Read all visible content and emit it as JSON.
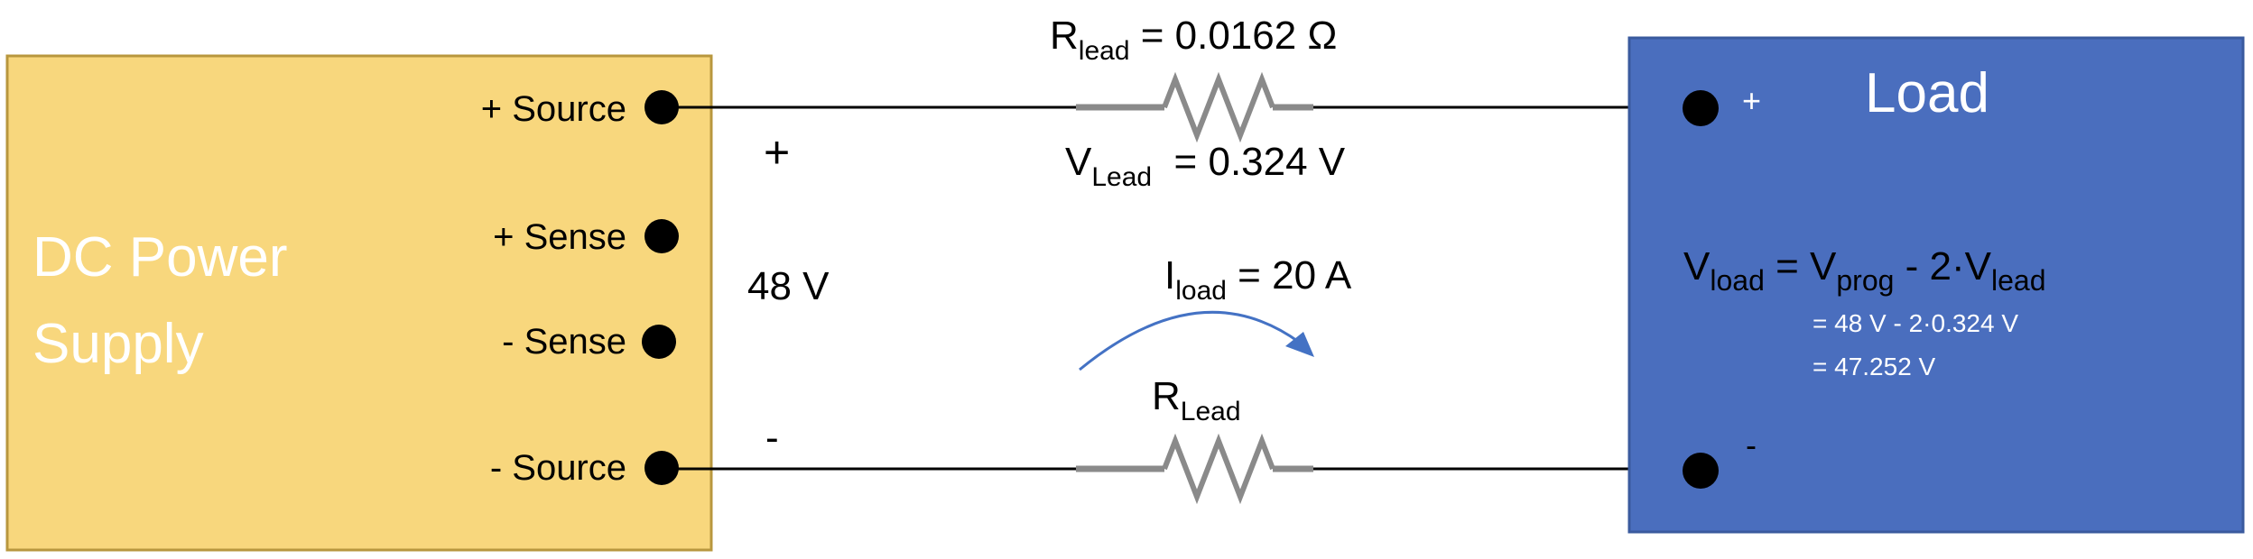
{
  "power_supply": {
    "title_line1": "DC Power",
    "title_line2": "Supply",
    "terminals": {
      "plus_source": "+ Source",
      "plus_sense": "+ Sense",
      "minus_sense": "- Sense",
      "minus_source": "- Source"
    }
  },
  "load": {
    "title": "Load",
    "plus": "+",
    "minus": "-",
    "equation": {
      "v": "V",
      "load_sub": "load",
      "eq_vprog": " = V",
      "prog_sub": "prog",
      "minus_two_v": " - 2·V",
      "lead_sub": "lead"
    },
    "calc_line1": "= 48 V - 2·0.324 V",
    "calc_line2": "= 47.252 V"
  },
  "supply_voltage": {
    "plus": "+",
    "value": "48 V",
    "minus": "-"
  },
  "top_lead": {
    "resistance": {
      "r": "R",
      "sub": "lead",
      "rest": " = 0.0162 Ω"
    },
    "voltage": {
      "v": "V",
      "sub": "Lead",
      "rest": "  = 0.324 V"
    }
  },
  "current": {
    "i": "I",
    "sub": "load",
    "rest": " = 20 A"
  },
  "bottom_lead": {
    "r": "R",
    "sub": "Lead"
  },
  "colors": {
    "supply_fill": "#F8D77D",
    "supply_border": "#B8973E",
    "load_fill": "#4A6EBE",
    "load_border": "#3A5A9E",
    "wire": "#000000",
    "resistor": "#8A8A8A",
    "arrow": "#4472C4",
    "white_text": "#FFFFFF"
  }
}
